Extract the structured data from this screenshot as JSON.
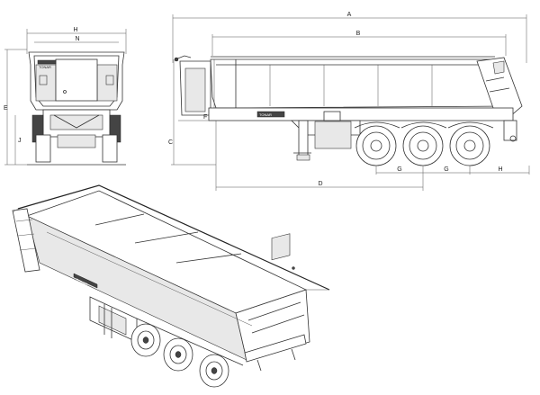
{
  "dimensions": {
    "A": "A",
    "B": "B",
    "C": "C",
    "D": "D",
    "E": "E",
    "F": "F",
    "G1": "G",
    "G2": "G",
    "H_side": "H",
    "H_front": "H",
    "N_front": "N",
    "E_front": "E",
    "J_front": "J"
  },
  "branding": {
    "brand_front": "TONAR",
    "brand_side": "TONAR",
    "brand_iso": "TONAR"
  }
}
